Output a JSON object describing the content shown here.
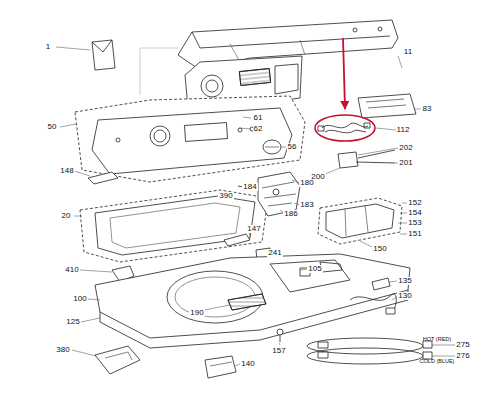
{
  "diagram": {
    "labels": [
      "1",
      "11",
      "83",
      "112",
      "61",
      "62",
      "50",
      "56",
      "202",
      "201",
      "200",
      "148",
      "184",
      "390",
      "180",
      "183",
      "186",
      "152",
      "154",
      "153",
      "151",
      "150",
      "20",
      "147",
      "241",
      "410",
      "105",
      "135",
      "100",
      "130",
      "190",
      "125",
      "157",
      "275",
      "276",
      "380",
      "140",
      "HOT (RED)",
      "COLD (BLUE)"
    ]
  }
}
